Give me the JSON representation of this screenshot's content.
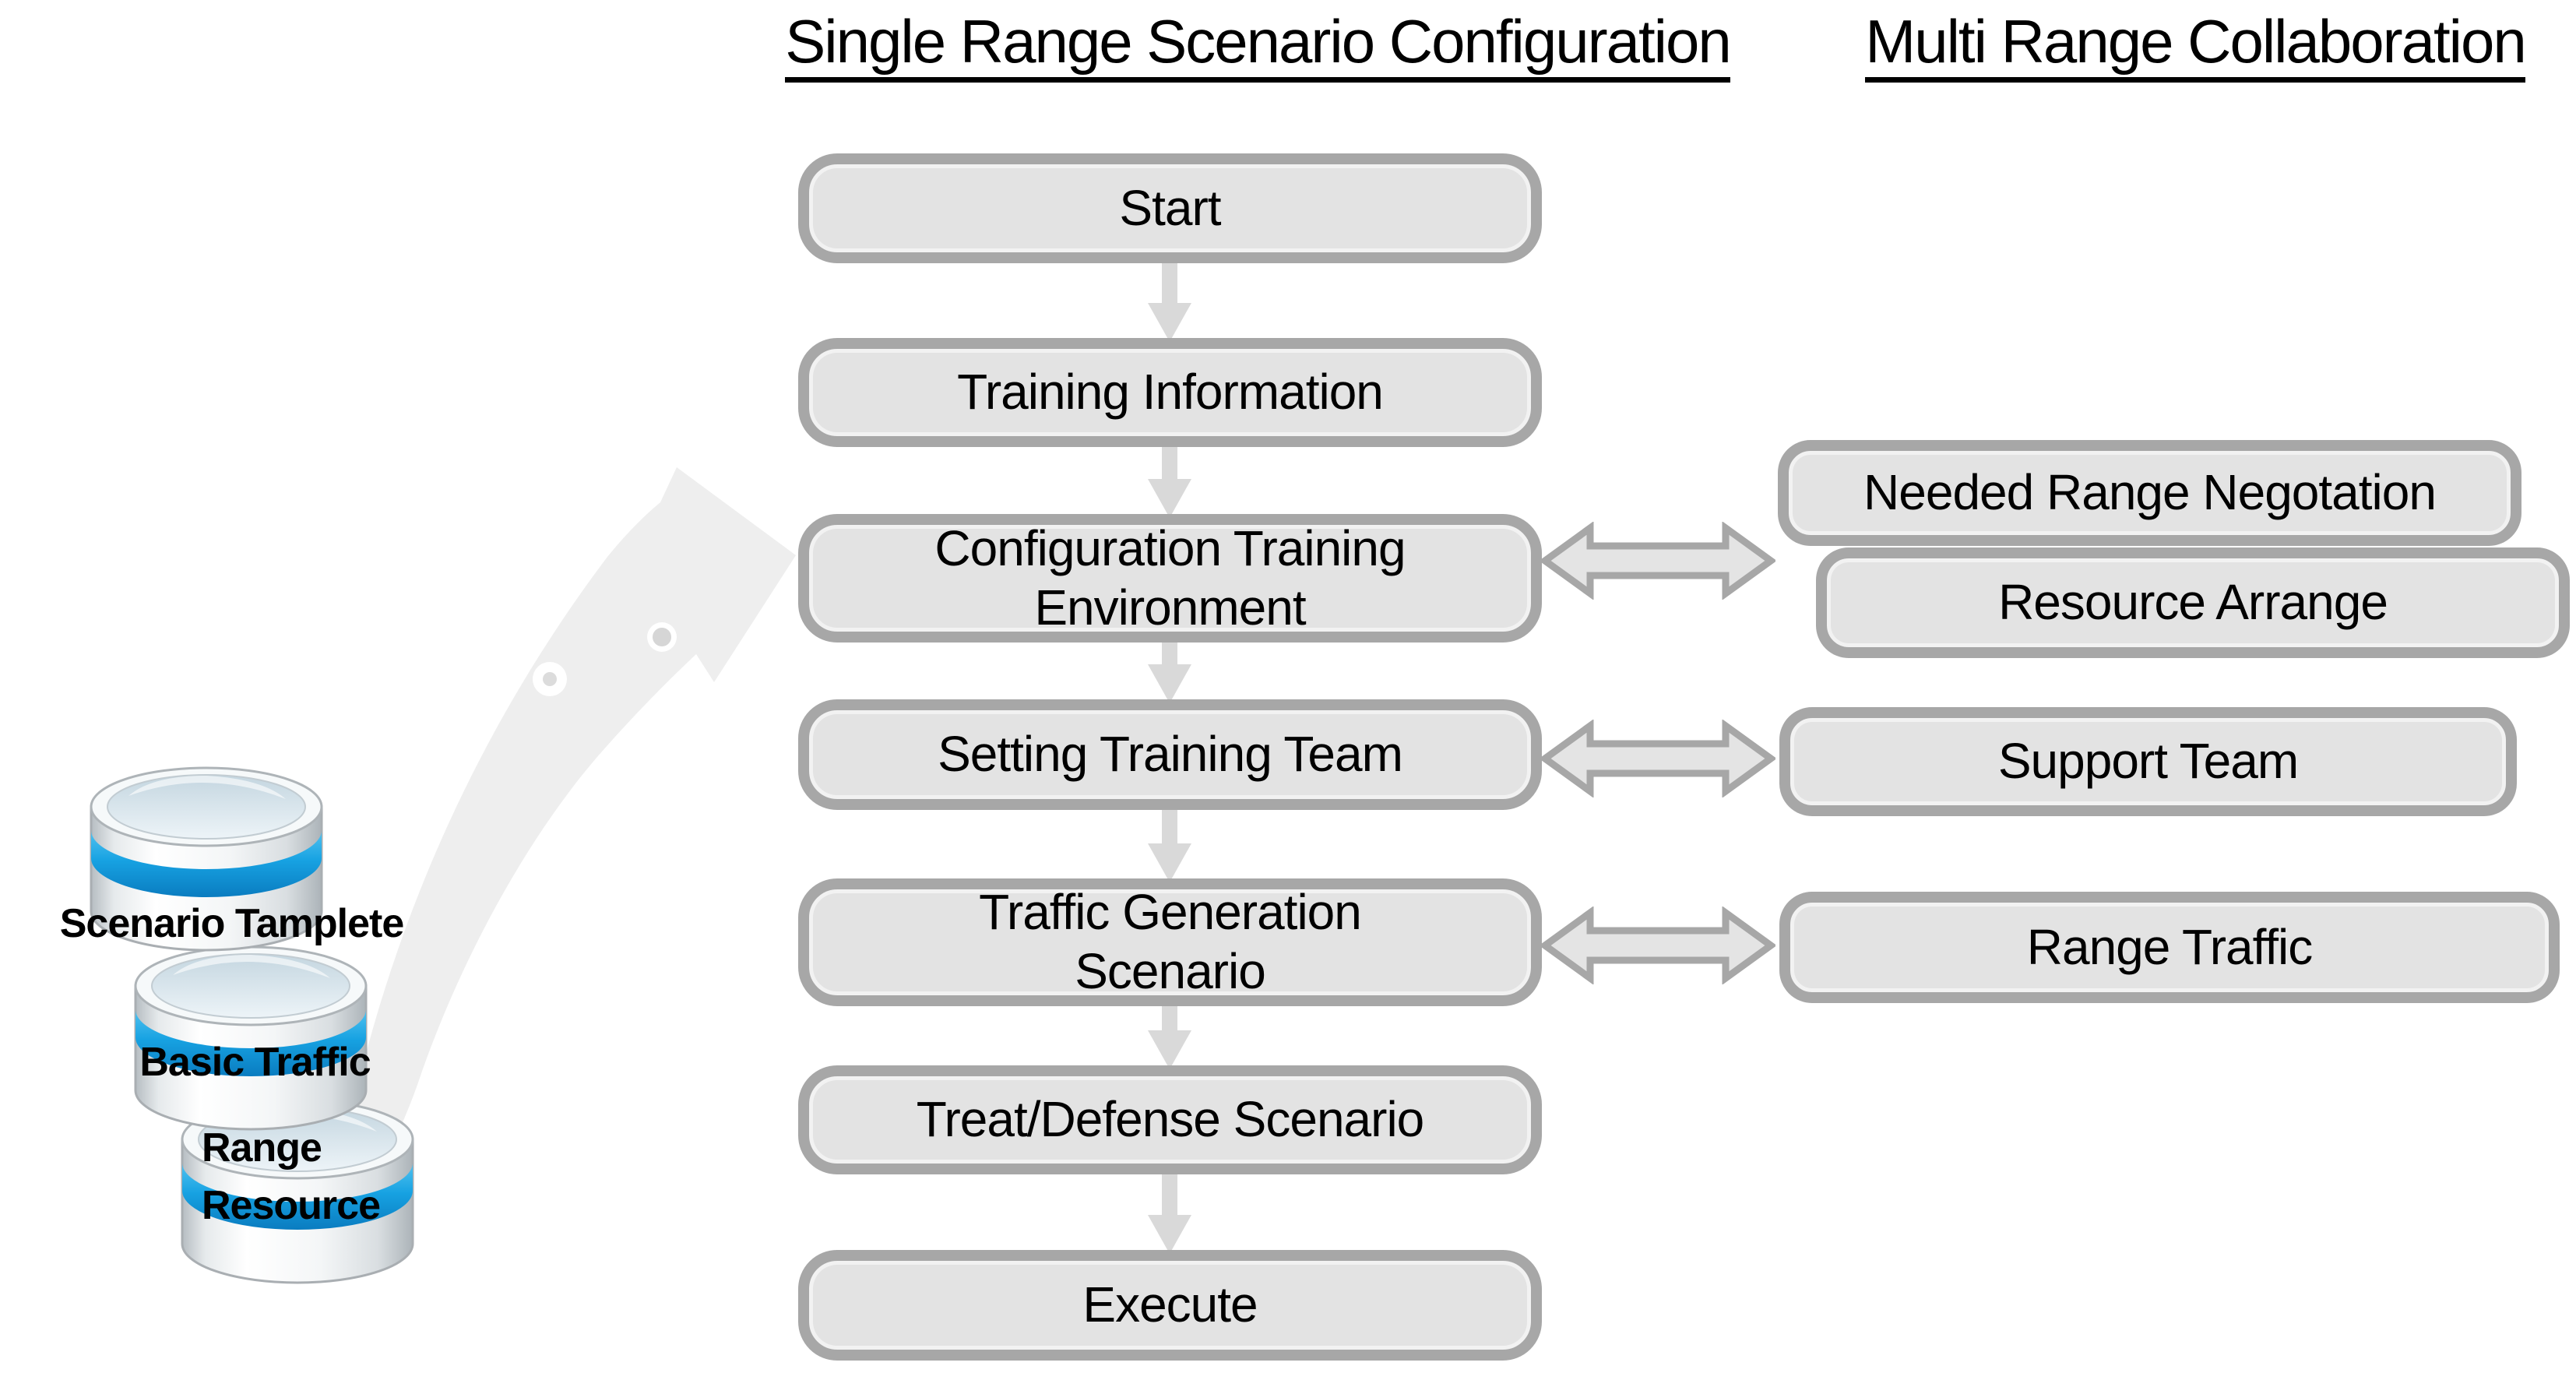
{
  "titles": {
    "single_range": "Single Range Scenario Configuration",
    "multi_range": "Multi Range Collaboration"
  },
  "flow": {
    "steps": [
      {
        "label": "Start"
      },
      {
        "label": "Training Information"
      },
      {
        "label": "Configuration Training\nEnvironment"
      },
      {
        "label": "Setting Training Team"
      },
      {
        "label": "Traffic Generation\nScenario"
      },
      {
        "label": "Treat/Defense Scenario"
      },
      {
        "label": "Execute"
      }
    ]
  },
  "collab": {
    "boxes": [
      {
        "label": "Needed Range Negotation"
      },
      {
        "label": "Resource Arrange"
      },
      {
        "label": "Support Team"
      },
      {
        "label": "Range Traffic"
      }
    ]
  },
  "datastore": {
    "labels": [
      {
        "label": "Scenario Tamplete"
      },
      {
        "label": "Basic Traffic"
      },
      {
        "label": "Range\nResource"
      }
    ]
  },
  "icons": {
    "database": "database-cylinder-icon",
    "down_arrow": "down-arrow-icon",
    "double_arrow": "double-headed-arrow-icon",
    "curved_arrow": "curved-swoosh-arrow-icon"
  },
  "colors": {
    "box_fill": "#e3e3e3",
    "box_border": "#a7a7a7",
    "arrow_fill": "#d9d9d9",
    "double_arrow_fill": "#e4e4e4",
    "swoosh_fill": "#eeeeee",
    "db_band_blue": "#17a2e2",
    "text_color": "#000000",
    "page_bg": "#ffffff"
  }
}
